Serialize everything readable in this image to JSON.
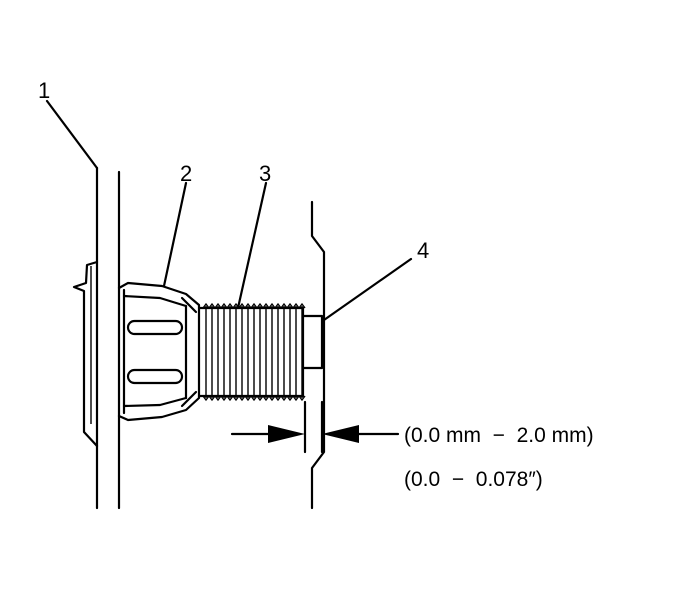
{
  "callouts": {
    "c1": "1",
    "c2": "2",
    "c3": "3",
    "c4": "4"
  },
  "spec": {
    "metric": "(0.0 mm  −  2.0 mm)",
    "imperial": "(0.0  −  0.078″)"
  },
  "colors": {
    "line": "#000000",
    "background": "#ffffff"
  }
}
